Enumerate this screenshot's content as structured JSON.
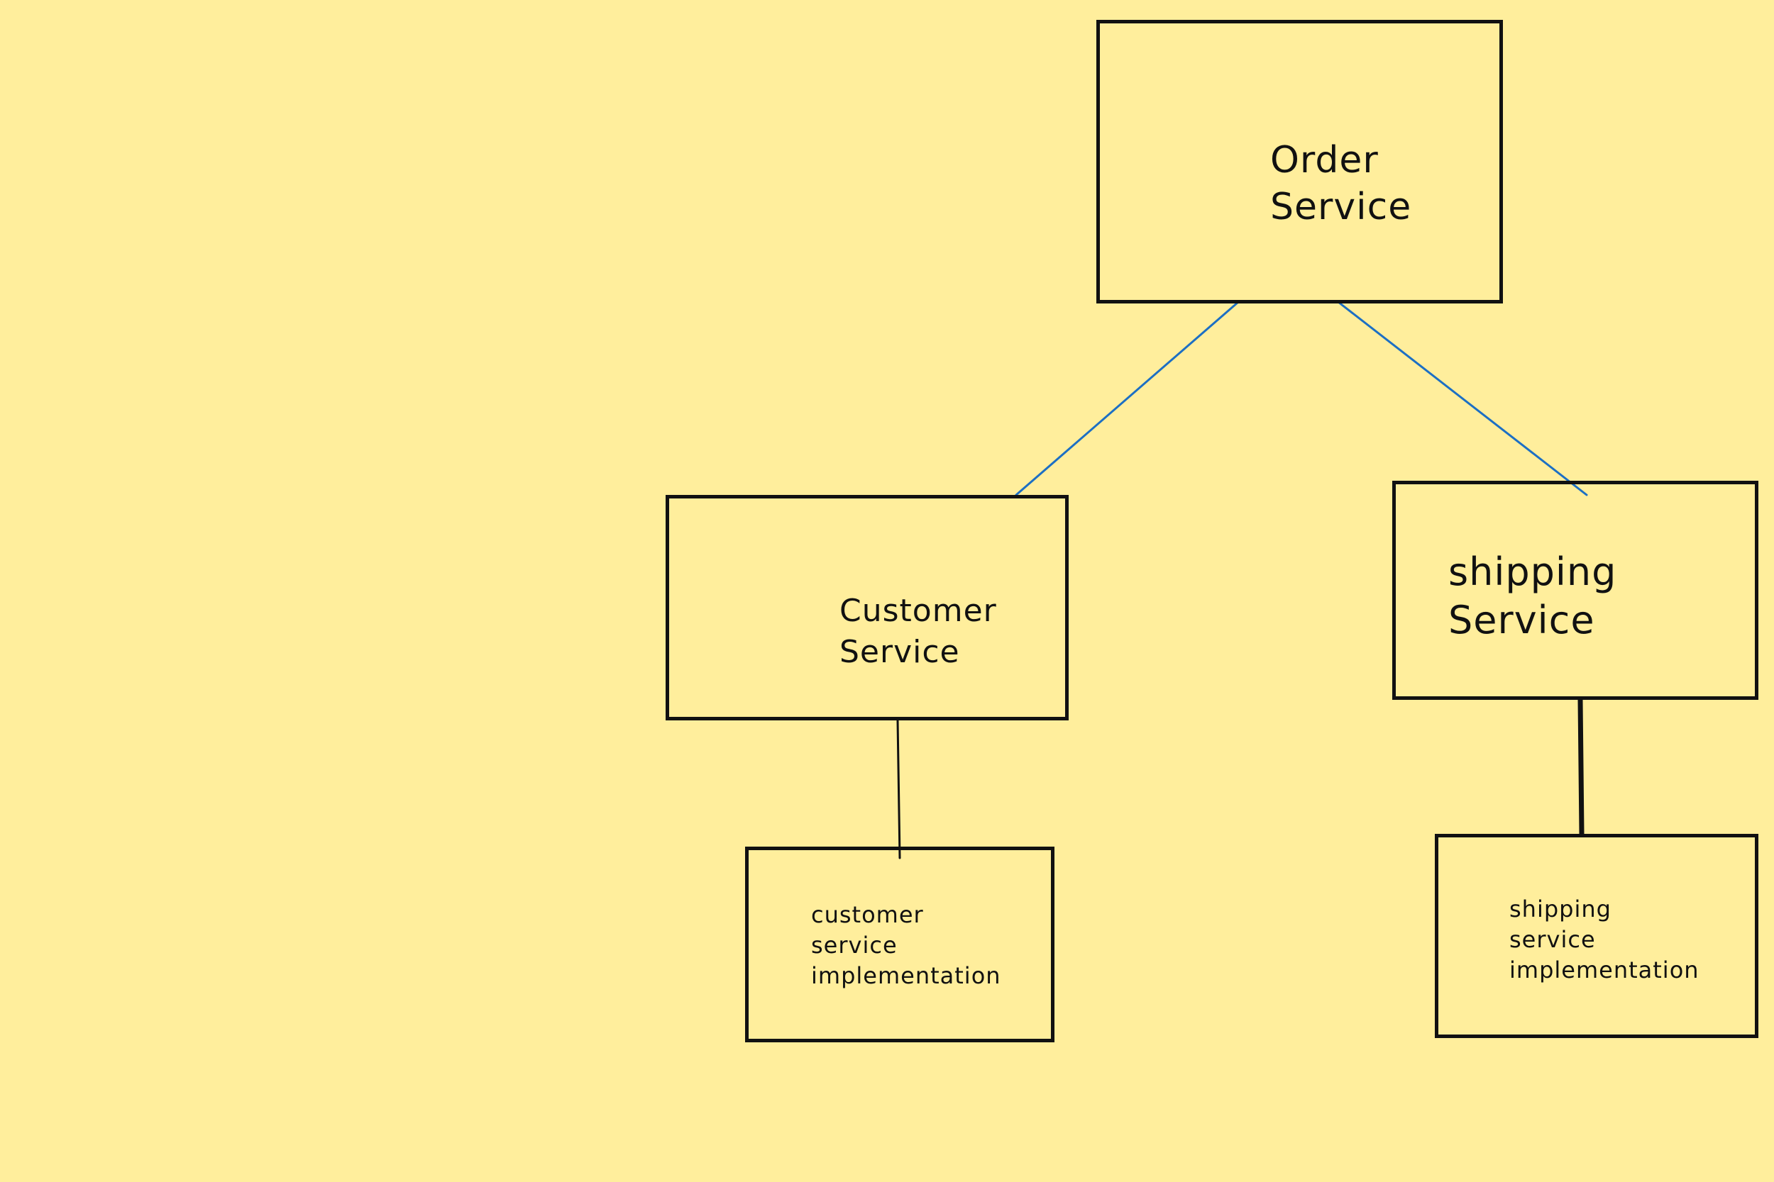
{
  "diagram": {
    "background_color": "#FFEE9C",
    "stroke_color": "#111111",
    "connector_blue": "#1C6FC4",
    "nodes": {
      "order_service": {
        "lines": [
          "Order",
          "Service"
        ]
      },
      "customer_service": {
        "lines": [
          "Customer",
          "Service"
        ]
      },
      "shipping_service": {
        "lines": [
          "shipping",
          "Service"
        ]
      },
      "customer_service_impl": {
        "lines": [
          "customer",
          "service",
          "implementation"
        ]
      },
      "shipping_service_impl": {
        "lines": [
          "shipping",
          "service",
          "implementation"
        ]
      }
    },
    "edges": [
      {
        "from": "order_service",
        "to": "customer_service",
        "color": "#1C6FC4"
      },
      {
        "from": "order_service",
        "to": "shipping_service",
        "color": "#1C6FC4"
      },
      {
        "from": "customer_service",
        "to": "customer_service_impl",
        "color": "#111111"
      },
      {
        "from": "shipping_service",
        "to": "shipping_service_impl",
        "color": "#111111"
      }
    ]
  }
}
